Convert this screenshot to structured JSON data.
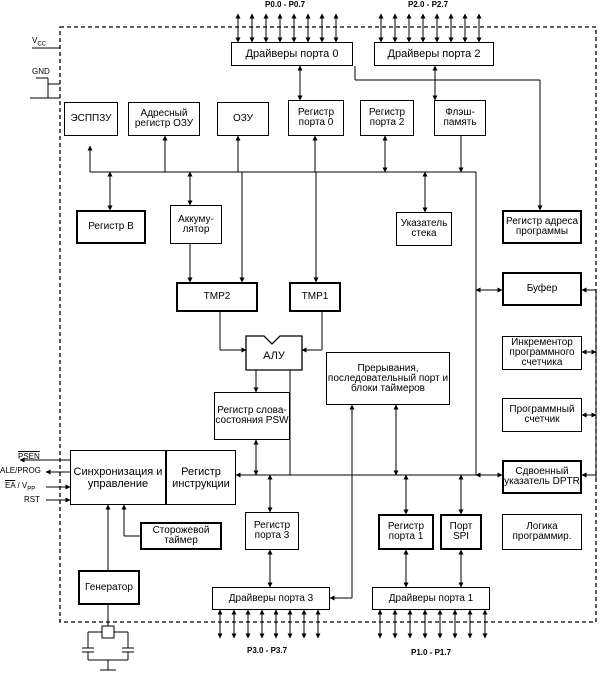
{
  "blocks": {
    "port0_drivers": "Драйверы порта 0",
    "port2_drivers": "Драйверы порта 2",
    "eeprom": "ЭСППЗУ",
    "ram_addr_reg": "Адресный регистр ОЗУ",
    "ram": "ОЗУ",
    "port0_reg": "Регистр порта 0",
    "port2_reg": "Регистр порта 2",
    "flash": "Флэш-память",
    "reg_b": "Регистр B",
    "acc": "Аккуму-лятор",
    "stack_ptr": "Указатель стека",
    "prog_addr_reg": "Регистр адреса программы",
    "tmp2": "TMP2",
    "tmp1": "TMP1",
    "buffer": "Буфер",
    "alu": "АЛУ",
    "interrupts": "Прерывания, последовательный порт и блоки таймеров",
    "pc_incr": "Инкрементор программного счетчика",
    "psw": "Регистр слова-состояния PSW",
    "prog_counter": "Программный счетчик",
    "sync": "Синхронизация и управление",
    "instr_reg": "Регистр инструкции",
    "dptr": "Сдвоенный указатель DPTR",
    "port3_reg": "Регистр порта 3",
    "port1_reg": "Регистр порта 1",
    "spi": "Порт SPI",
    "prog_logic": "Логика программир.",
    "watchdog": "Сторожевой таймер",
    "generator": "Генератор",
    "port3_drivers": "Драйверы порта 3",
    "port1_drivers": "Драйверы порта 1"
  },
  "labels": {
    "p0": "P0.0 - P0.7",
    "p2": "P2.0 - P2.7",
    "p3": "P3.0 - P3.7",
    "p1": "P1.0 - P1.7",
    "vcc_main": "V",
    "vcc_sub": "CC",
    "gnd": "GND",
    "psen": "PSEN",
    "ale": "ALE/PROG",
    "ea_main": "EA",
    "ea_sep": " / V",
    "ea_sub": "PP",
    "rst": "RST"
  }
}
